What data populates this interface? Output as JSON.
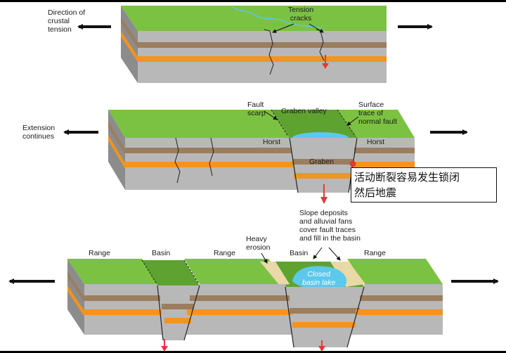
{
  "colors": {
    "surface": "#7cc242",
    "surface_dark": "#5ea32f",
    "front_gray": "#b8b8b8",
    "side_gray": "#8c8c8c",
    "brown_layer": "#9b7e5e",
    "orange_layer": "#f2941f",
    "water": "#5cc8ec",
    "stress_arrow": "#e8353a",
    "callout_dot": "#e8353a",
    "note_border": "#111111"
  },
  "panel1": {
    "direction_label": "Direction of\ncrustal\ntension",
    "tension_cracks_label": "Tension\ncracks"
  },
  "panel2": {
    "extension_label": "Extension\ncontinues",
    "fault_scarp_label": "Fault\nscarp",
    "graben_valley_label": "Graben valley",
    "surface_trace_label": "Surface\ntrace of\nnormal fault",
    "horst_left_label": "Horst",
    "horst_right_label": "Horst",
    "graben_label": "Graben"
  },
  "annotation": {
    "note_text": "活动断裂容易发生锁闭\n然后地震"
  },
  "panel3": {
    "slope_deposits_label": "Slope deposits\nand alluvial fans\ncover fault traces\nand fill in the basin",
    "heavy_erosion_label": "Heavy\nerosion",
    "range_1_label": "Range",
    "basin_1_label": "Basin",
    "range_2_label": "Range",
    "basin_2_label": "Basin",
    "range_3_label": "Range",
    "lake_label": "Closed\nbasin lake"
  }
}
